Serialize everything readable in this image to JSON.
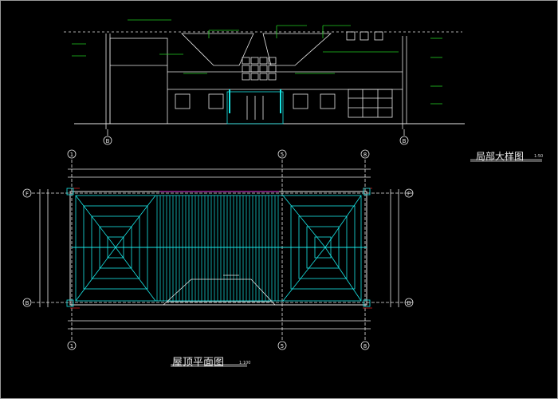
{
  "drawing": {
    "detail_title": "局部大样图",
    "detail_scale": "1:50",
    "plan_title": "屋顶平面图",
    "plan_scale": "1:100",
    "axis_labels": [
      "1",
      "5",
      "8",
      "F",
      "B"
    ]
  },
  "colors": {
    "background": "#000000",
    "line_white": "#e6e6e6",
    "line_cyan": "#19e6e6",
    "line_green": "#22cc22",
    "line_magenta": "#e000e0",
    "line_red": "#d02020"
  }
}
